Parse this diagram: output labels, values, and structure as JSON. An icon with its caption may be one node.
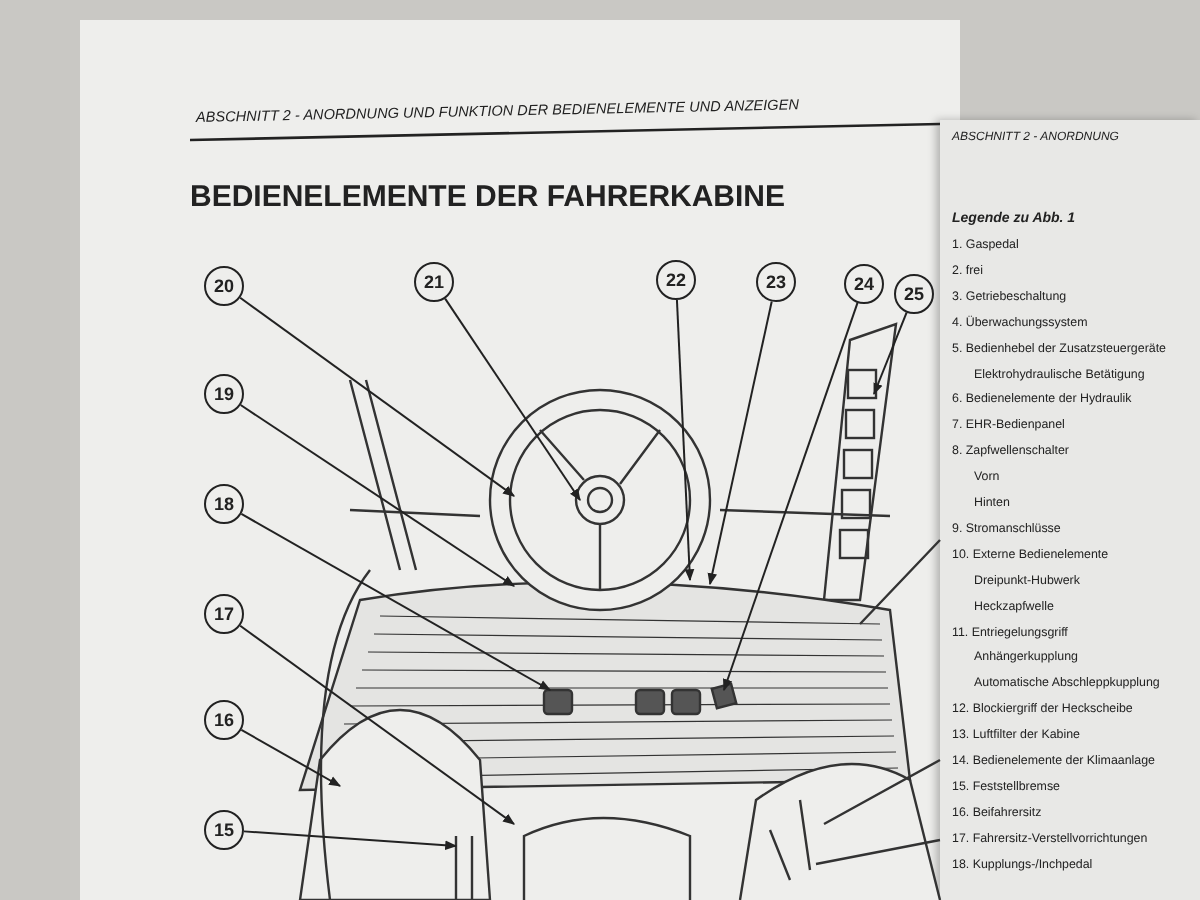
{
  "diagram": {
    "title": "BEDIENELEMENTE DER FAHRERKABINE",
    "nodes": [
      {
        "text": [
          "20"
        ]
      },
      {
        "text": [
          "21"
        ]
      },
      {
        "text": [
          "22"
        ]
      },
      {
        "text": [
          "23"
        ]
      },
      {
        "text": [
          "24"
        ]
      },
      {
        "text": [
          "25"
        ]
      },
      {
        "text": [
          "19"
        ]
      },
      {
        "text": [
          "18"
        ]
      },
      {
        "text": [
          "17"
        ]
      },
      {
        "text": [
          "16"
        ]
      },
      {
        "text": [
          "15"
        ]
      }
    ],
    "edges": [
      {
        "from": 0,
        "to": null,
        "arrow": "to"
      },
      {
        "from": 1,
        "to": null,
        "arrow": "to"
      },
      {
        "from": 2,
        "to": null,
        "arrow": "to"
      },
      {
        "from": 3,
        "to": null,
        "arrow": "to"
      },
      {
        "from": 4,
        "to": null,
        "arrow": "to"
      },
      {
        "from": 5,
        "to": null,
        "arrow": "to"
      },
      {
        "from": 6,
        "to": null,
        "arrow": "to"
      },
      {
        "from": 7,
        "to": null,
        "arrow": "to"
      },
      {
        "from": 8,
        "to": null,
        "arrow": "to"
      },
      {
        "from": 9,
        "to": null,
        "arrow": "to"
      },
      {
        "from": 10,
        "to": null,
        "arrow": "to"
      }
    ],
    "labels": [
      "ABSCHNITT 2 - ANORDNUNG UND FUNKTION DER BEDIENELEMENTE UND ANZEIGEN",
      "ABSCHNITT 2 - ANORDNUNG",
      "Legende zu Abb. 1",
      "1. Gaspedal",
      "2. frei",
      "3. Getriebeschaltung",
      "4. Überwachungssystem",
      "5. Bedienhebel der Zusatzsteuergeräte",
      "Elektrohydraulische Betätigung",
      "6. Bedienelemente der Hydraulik",
      "7. EHR-Bedienpanel",
      "8. Zapfwellenschalter",
      "Vorn",
      "Hinten",
      "9. Stromanschlüsse",
      "10. Externe Bedienelemente",
      "Dreipunkt-Hubwerk",
      "Heckzapfwelle",
      "11. Entriegelungsgriff",
      "Anhängerkupplung",
      "Automatische Abschleppkupplung",
      "12. Blockiergriff der Heckscheibe",
      "13. Luftfilter der Kabine",
      "14. Bedienelemente der Klimaanlage",
      "15. Feststellbremse",
      "16. Beifahrersitz",
      "17. Fahrersitz-Verstellvorrichtungen",
      "18. Kupplungs-/Inchpedal"
    ]
  }
}
